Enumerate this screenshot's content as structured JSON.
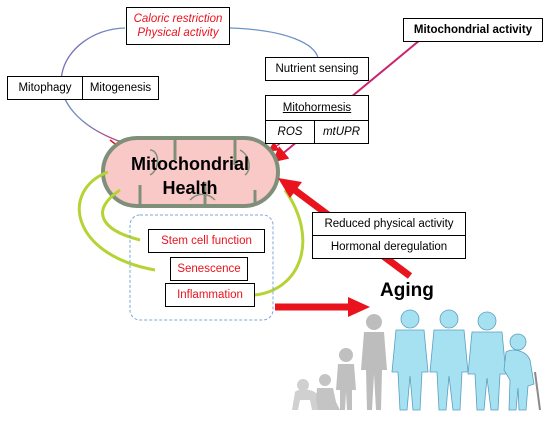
{
  "boxes": {
    "caloric_restriction": "Caloric restriction",
    "physical_activity": "Physical activity",
    "mitochondrial_activity": "Mitochondrial activity",
    "mitophagy": "Mitophagy",
    "mitogenesis": "Mitogenesis",
    "nutrient_sensing": "Nutrient sensing",
    "mitohormesis": "Mitohormesis",
    "ros": "ROS",
    "mtupr": "mtUPR",
    "mitochondrial_health_line1": "Mitochondrial",
    "mitochondrial_health_line2": "Health",
    "reduced_physical_activity": "Reduced physical activity",
    "hormonal_deregulation": "Hormonal deregulation",
    "stem_cell_function": "Stem cell function",
    "senescence": "Senescence",
    "inflammation": "Inflammation",
    "aging": "Aging"
  },
  "colors": {
    "red_text": "#e8131d",
    "arrow_red": "#e8131d",
    "mito_fill": "#f9c9c8",
    "mito_outline": "#7f8f7a",
    "figure_blue": "#a6e1f2",
    "figure_grey": "#bfbfbf",
    "curve_green": "#b5d334",
    "dashed_border": "#7ea7d8"
  },
  "icons": [
    "mitochondrion-icon",
    "human-growth-silhouettes-icon"
  ]
}
